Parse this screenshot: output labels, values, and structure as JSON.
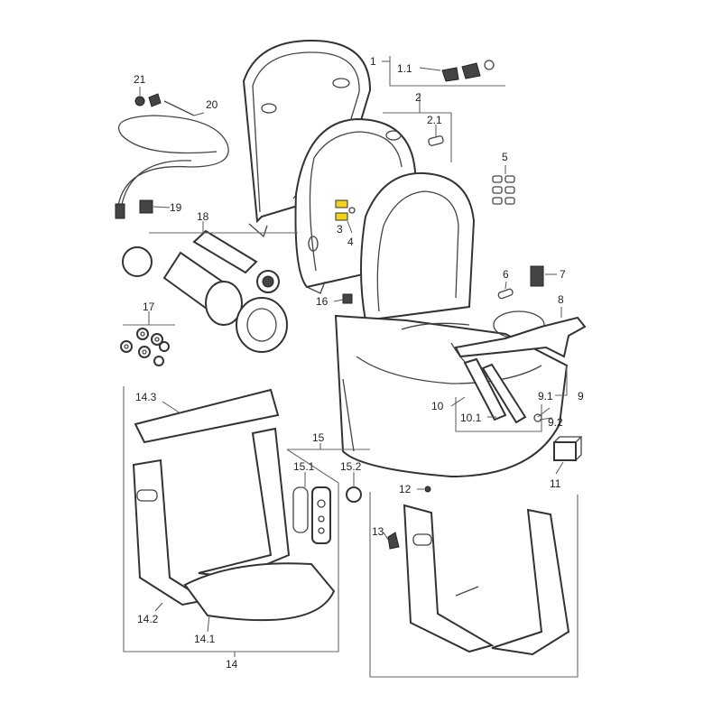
{
  "labels": {
    "p1": "1",
    "p1_1": "1.1",
    "p2": "2",
    "p2_1": "2.1",
    "p3": "3",
    "p4": "4",
    "p5": "5",
    "p6": "6",
    "p7": "7",
    "p8": "8",
    "p9": "9",
    "p9_1": "9.1",
    "p9_2": "9.2",
    "p10": "10",
    "p10_1": "10.1",
    "p11": "11",
    "p12": "12",
    "p13": "13",
    "p14": "14",
    "p14_1": "14.1",
    "p14_2": "14.2",
    "p14_3": "14.3",
    "p15": "15",
    "p15_1": "15.1",
    "p15_2": "15.2",
    "p16": "16",
    "p17": "17",
    "p18": "18",
    "p19": "19",
    "p20": "20",
    "p21": "21"
  },
  "colors": {
    "highlight": "#f2d21b",
    "line": "#333333"
  }
}
